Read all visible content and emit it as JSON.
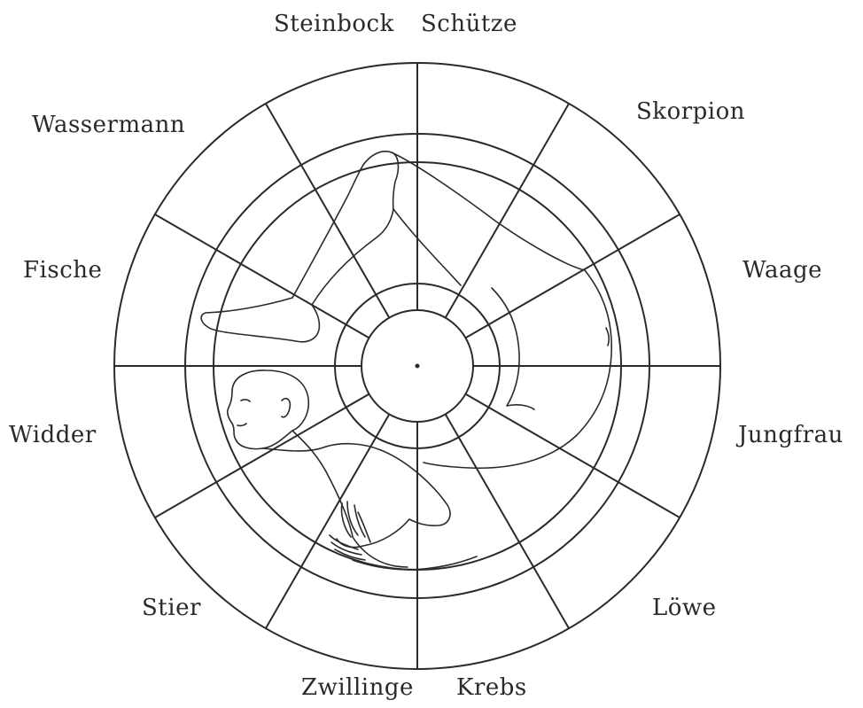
{
  "diagram": {
    "signs": {
      "steinbock": "Steinbock",
      "schuetze": "Schütze",
      "skorpion": "Skorpion",
      "waage": "Waage",
      "jungfrau": "Jungfrau",
      "loewe": "Löwe",
      "krebs": "Krebs",
      "zwillinge": "Zwillinge",
      "stier": "Stier",
      "widder": "Widder",
      "fische": "Fische",
      "wassermann": "Wassermann"
    },
    "ring_count": 5,
    "sector_count": 12,
    "figure": "human-figure-curled-in-zodiac-circle",
    "line_color": "#2a2a2a"
  }
}
